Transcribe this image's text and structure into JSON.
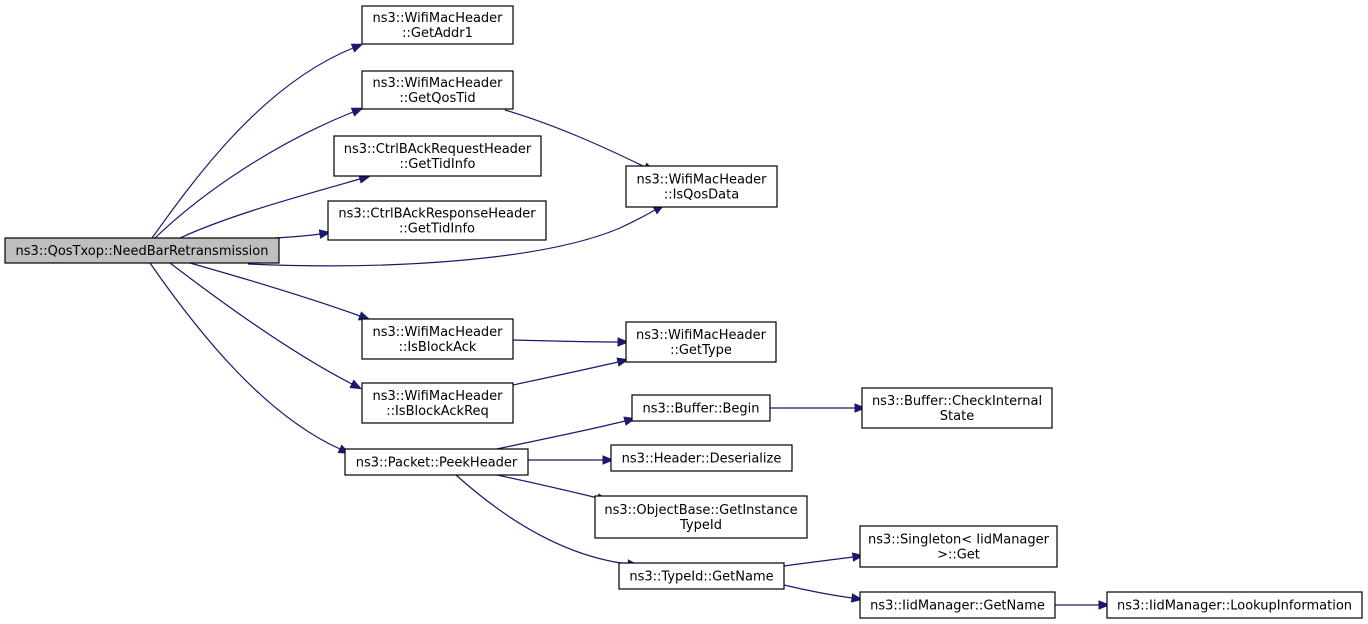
{
  "nodes": [
    {
      "id": "root",
      "lines": [
        "ns3::QosTxop::NeedBarRetransmission"
      ],
      "root": true
    },
    {
      "id": "getaddr1",
      "lines": [
        "ns3::WifiMacHeader",
        "::GetAddr1"
      ]
    },
    {
      "id": "getqostid",
      "lines": [
        "ns3::WifiMacHeader",
        "::GetQosTid"
      ]
    },
    {
      "id": "reqtid",
      "lines": [
        "ns3::CtrlBAckRequestHeader",
        "::GetTidInfo"
      ]
    },
    {
      "id": "resptid",
      "lines": [
        "ns3::CtrlBAckResponseHeader",
        "::GetTidInfo"
      ]
    },
    {
      "id": "isqosdata",
      "lines": [
        "ns3::WifiMacHeader",
        "::IsQosData"
      ]
    },
    {
      "id": "isblockack",
      "lines": [
        "ns3::WifiMacHeader",
        "::IsBlockAck"
      ]
    },
    {
      "id": "gettype",
      "lines": [
        "ns3::WifiMacHeader",
        "::GetType"
      ]
    },
    {
      "id": "isblockackreq",
      "lines": [
        "ns3::WifiMacHeader",
        "::IsBlockAckReq"
      ]
    },
    {
      "id": "peekheader",
      "lines": [
        "ns3::Packet::PeekHeader"
      ]
    },
    {
      "id": "bufbegin",
      "lines": [
        "ns3::Buffer::Begin"
      ]
    },
    {
      "id": "checkinternal",
      "lines": [
        "ns3::Buffer::CheckInternal",
        "State"
      ]
    },
    {
      "id": "deserialize",
      "lines": [
        "ns3::Header::Deserialize"
      ]
    },
    {
      "id": "getinstance",
      "lines": [
        "ns3::ObjectBase::GetInstance",
        "TypeId"
      ]
    },
    {
      "id": "typeidname",
      "lines": [
        "ns3::TypeId::GetName"
      ]
    },
    {
      "id": "singleton",
      "lines": [
        "ns3::Singleton< IidManager",
        " >::Get"
      ]
    },
    {
      "id": "iidgetname",
      "lines": [
        "ns3::IidManager::GetName"
      ]
    },
    {
      "id": "lookup",
      "lines": [
        "ns3::IidManager::LookupInformation"
      ]
    }
  ],
  "edges": [
    {
      "from": "root",
      "to": "getaddr1"
    },
    {
      "from": "root",
      "to": "getqostid"
    },
    {
      "from": "root",
      "to": "reqtid"
    },
    {
      "from": "root",
      "to": "resptid"
    },
    {
      "from": "root",
      "to": "isqosdata"
    },
    {
      "from": "root",
      "to": "isblockack"
    },
    {
      "from": "root",
      "to": "isblockackreq"
    },
    {
      "from": "root",
      "to": "peekheader"
    },
    {
      "from": "getqostid",
      "to": "isqosdata"
    },
    {
      "from": "isblockack",
      "to": "gettype"
    },
    {
      "from": "isblockackreq",
      "to": "gettype"
    },
    {
      "from": "peekheader",
      "to": "bufbegin"
    },
    {
      "from": "peekheader",
      "to": "deserialize"
    },
    {
      "from": "peekheader",
      "to": "getinstance"
    },
    {
      "from": "peekheader",
      "to": "typeidname"
    },
    {
      "from": "bufbegin",
      "to": "checkinternal"
    },
    {
      "from": "typeidname",
      "to": "singleton"
    },
    {
      "from": "typeidname",
      "to": "iidgetname"
    },
    {
      "from": "iidgetname",
      "to": "lookup"
    }
  ],
  "colors": {
    "edge": "#191970",
    "root_fill": "#bfbfbf",
    "node_fill": "#ffffff",
    "node_border": "#000000"
  }
}
